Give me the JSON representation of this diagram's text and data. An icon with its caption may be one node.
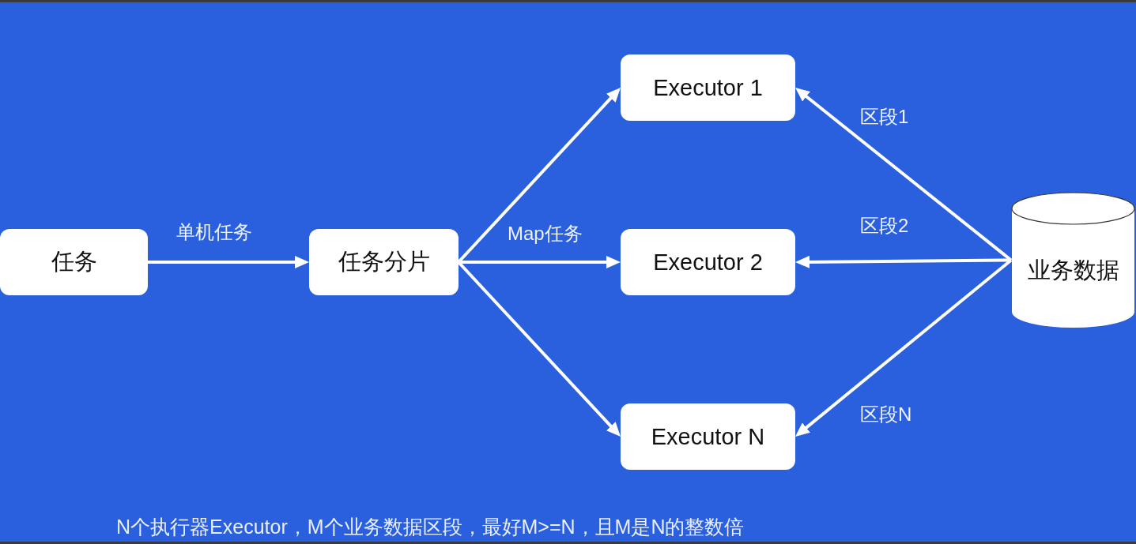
{
  "diagram": {
    "caption": "N个执行器Executor，M个业务数据区段，最好M>=N，且M是N的整数倍",
    "nodes": [
      {
        "text": [
          "任务"
        ]
      },
      {
        "text": [
          "任务分片"
        ]
      },
      {
        "text": [
          "Executor 1"
        ]
      },
      {
        "text": [
          "Executor 2"
        ]
      },
      {
        "text": [
          "Executor N"
        ]
      },
      {
        "text": [
          "业务数据"
        ]
      }
    ],
    "edges": [
      {
        "from": 0,
        "to": 1,
        "arrow": "to",
        "label": "单机任务"
      },
      {
        "from": 1,
        "to": 2,
        "arrow": "to"
      },
      {
        "from": 1,
        "to": 3,
        "arrow": "to",
        "label": "Map任务"
      },
      {
        "from": 1,
        "to": 4,
        "arrow": "to"
      },
      {
        "from": 5,
        "to": 2,
        "arrow": "to",
        "label": "区段1"
      },
      {
        "from": 5,
        "to": 3,
        "arrow": "to",
        "label": "区段2"
      },
      {
        "from": 5,
        "to": 4,
        "arrow": "to",
        "label": "区段N"
      }
    ]
  }
}
